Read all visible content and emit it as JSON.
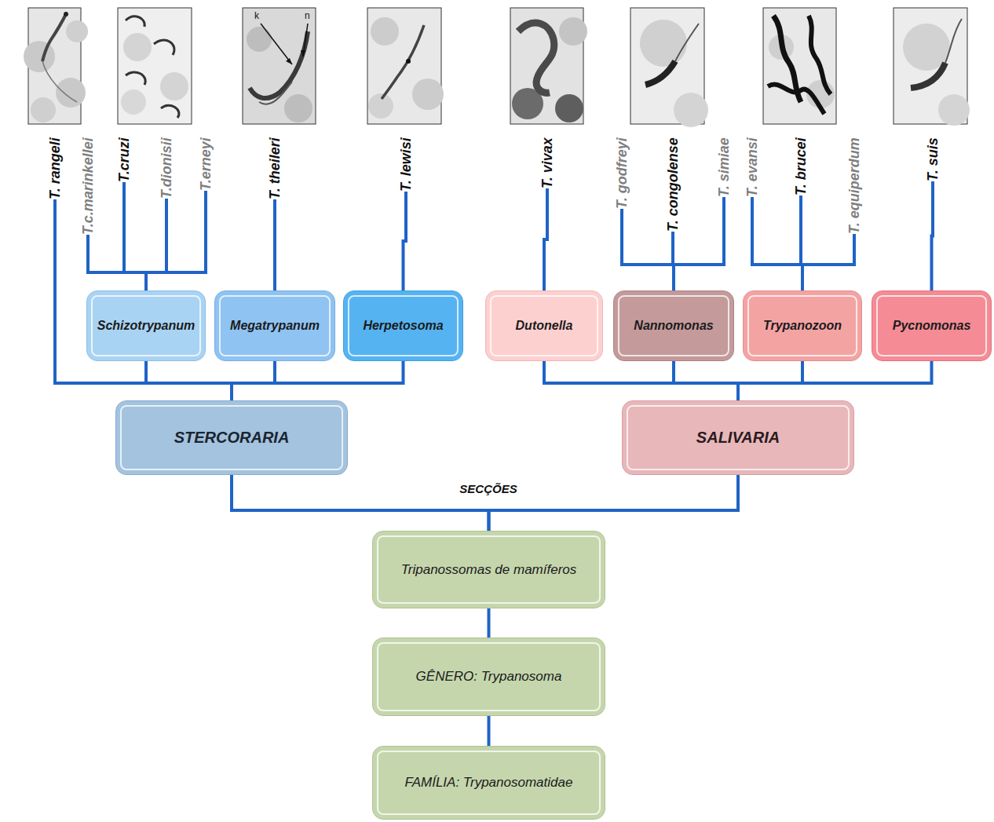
{
  "diagram": {
    "nodes": [
      {
        "text": [
          "T. rangeli"
        ]
      },
      {
        "text": [
          "T.c.marinkellei"
        ]
      },
      {
        "text": [
          "T.cruzi"
        ]
      },
      {
        "text": [
          "T.dionisii"
        ]
      },
      {
        "text": [
          "T.erneyi"
        ]
      },
      {
        "text": [
          "T. theileri"
        ]
      },
      {
        "text": [
          "T. lewisi"
        ]
      },
      {
        "text": [
          "T. vivax"
        ]
      },
      {
        "text": [
          "T. godfreyi"
        ]
      },
      {
        "text": [
          "T. congolense"
        ]
      },
      {
        "text": [
          "T. simiae"
        ]
      },
      {
        "text": [
          "T. evansi"
        ]
      },
      {
        "text": [
          "T. brucei"
        ]
      },
      {
        "text": [
          "T. equiperdum"
        ]
      },
      {
        "text": [
          "T. suis"
        ]
      },
      {
        "text": [
          "Schizotrypanum"
        ]
      },
      {
        "text": [
          "Megatrypanum"
        ]
      },
      {
        "text": [
          "Herpetosoma"
        ]
      },
      {
        "text": [
          "Dutonella"
        ]
      },
      {
        "text": [
          "Nannomonas"
        ]
      },
      {
        "text": [
          "Trypanozoon"
        ]
      },
      {
        "text": [
          "Pycnomonas"
        ]
      },
      {
        "text": [
          "STERCORARIA"
        ]
      },
      {
        "text": [
          "SALIVARIA"
        ]
      },
      {
        "text": [
          "Tripanossomas de mamíferos"
        ]
      },
      {
        "text": [
          "GÊNERO: Trypanosoma"
        ]
      },
      {
        "text": [
          "FAMÍLIA: Trypanosomatidae"
        ]
      }
    ],
    "edges": [
      {
        "from": 26,
        "to": 25,
        "arrow": "none"
      },
      {
        "from": 25,
        "to": 24,
        "arrow": "none"
      },
      {
        "from": 24,
        "to": 22,
        "arrow": "none"
      },
      {
        "from": 24,
        "to": 23,
        "arrow": "none"
      },
      {
        "from": 22,
        "to": 0,
        "arrow": "none"
      },
      {
        "from": 22,
        "to": 15,
        "arrow": "none"
      },
      {
        "from": 22,
        "to": 16,
        "arrow": "none"
      },
      {
        "from": 22,
        "to": 17,
        "arrow": "none"
      },
      {
        "from": 15,
        "to": 1,
        "arrow": "none"
      },
      {
        "from": 15,
        "to": 2,
        "arrow": "none"
      },
      {
        "from": 15,
        "to": 3,
        "arrow": "none"
      },
      {
        "from": 15,
        "to": 4,
        "arrow": "none"
      },
      {
        "from": 16,
        "to": 5,
        "arrow": "none"
      },
      {
        "from": 17,
        "to": 6,
        "arrow": "none"
      },
      {
        "from": 23,
        "to": 18,
        "arrow": "none"
      },
      {
        "from": 23,
        "to": 19,
        "arrow": "none"
      },
      {
        "from": 23,
        "to": 20,
        "arrow": "none"
      },
      {
        "from": 23,
        "to": 21,
        "arrow": "none"
      },
      {
        "from": 18,
        "to": 7,
        "arrow": "none"
      },
      {
        "from": 19,
        "to": 8,
        "arrow": "none"
      },
      {
        "from": 19,
        "to": 9,
        "arrow": "none"
      },
      {
        "from": 19,
        "to": 10,
        "arrow": "none"
      },
      {
        "from": 20,
        "to": 11,
        "arrow": "none"
      },
      {
        "from": 20,
        "to": 12,
        "arrow": "none"
      },
      {
        "from": 20,
        "to": 13,
        "arrow": "none"
      },
      {
        "from": 21,
        "to": 14,
        "arrow": "none"
      }
    ],
    "labels": [
      "k",
      "n",
      "SECÇÕES"
    ]
  }
}
